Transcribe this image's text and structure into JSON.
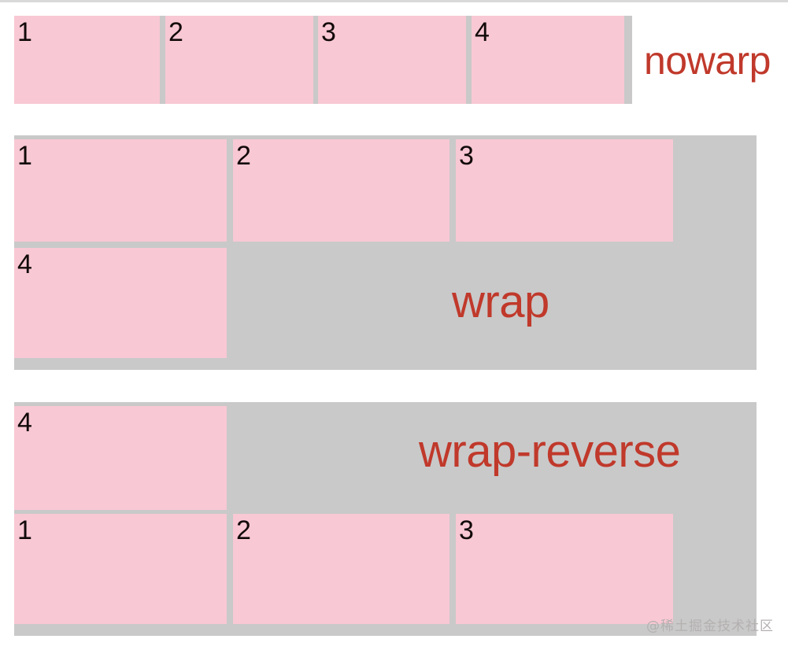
{
  "figure": {
    "title": "CSS flex-wrap illustration",
    "colors": {
      "item_pink": "#f8c8d4",
      "container_gray": "#c9c9c9",
      "label_red": "#c0392b",
      "number_black": "#120a0a",
      "page_background": "#ffffff",
      "watermark_gray": "#b4b0b0"
    }
  },
  "sections": [
    {
      "id": "nowarp",
      "label": "nowarp",
      "rows": [
        {
          "items": [
            "1",
            "2",
            "3",
            "4"
          ]
        }
      ]
    },
    {
      "id": "wrap",
      "label": "wrap",
      "rows": [
        {
          "items": [
            "1",
            "2",
            "3"
          ]
        },
        {
          "items": [
            "4"
          ]
        }
      ]
    },
    {
      "id": "wrap-reverse",
      "label": "wrap-reverse",
      "rows": [
        {
          "items": [
            "4"
          ]
        },
        {
          "items": [
            "1",
            "2",
            "3"
          ]
        }
      ]
    }
  ],
  "items": {
    "nowarp": {
      "n1": "1",
      "n2": "2",
      "n3": "3",
      "n4": "4"
    },
    "wrap": {
      "n1": "1",
      "n2": "2",
      "n3": "3",
      "n4": "4"
    },
    "wrapreverse": {
      "n1": "1",
      "n2": "2",
      "n3": "3",
      "n4": "4"
    }
  },
  "labels": {
    "nowarp": "nowarp",
    "wrap": "wrap",
    "wrapreverse": "wrap-reverse"
  },
  "watermark": {
    "text": "@稀土掘金技术社区"
  }
}
